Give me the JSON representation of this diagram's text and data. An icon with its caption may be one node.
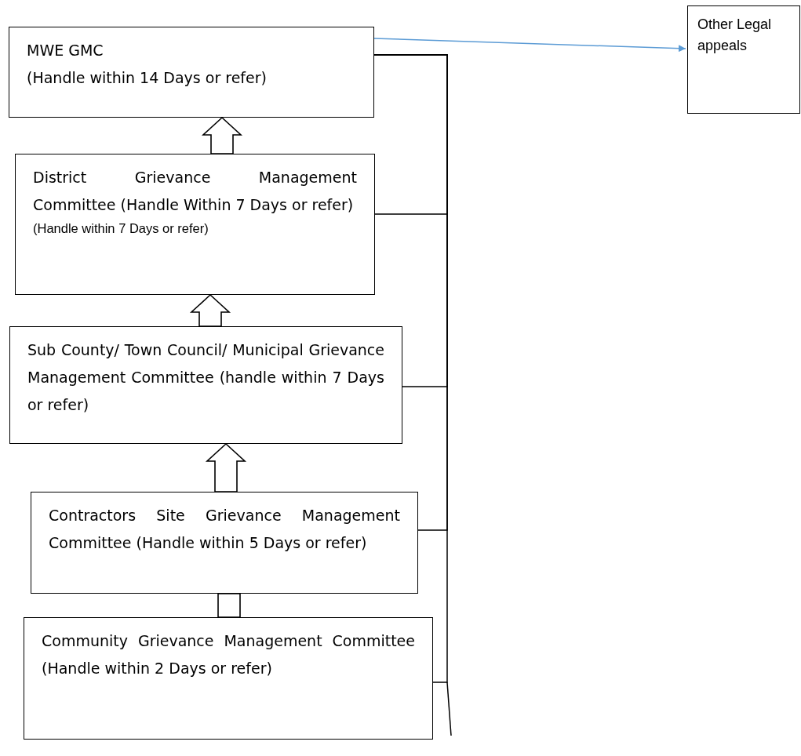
{
  "diagram": {
    "nodes": [
      {
        "text": [
          "MWE GMC",
          "(Handle within 14 Days or refer)"
        ]
      },
      {
        "text": [
          "Other Legal appeals"
        ]
      },
      {
        "text": [
          "District Grievance Management Committee (Handle Within 7 Days or refer)",
          "(Handle within 7 Days or refer)"
        ]
      },
      {
        "text": [
          "Sub County/ Town Council/ Municipal Grievance Management Committee (handle within 7 Days or refer)"
        ]
      },
      {
        "text": [
          "Contractors Site Grievance Management Committee (Handle within 5 Days or refer)"
        ]
      },
      {
        "text": [
          "Community Grievance Management Committee (Handle within 2 Days or refer)"
        ]
      }
    ],
    "edges": [
      {
        "from": 0,
        "to": 1,
        "arrow": "to",
        "color": "#5b9bd5"
      },
      {
        "from": 2,
        "to": 0,
        "arrow": "to",
        "style": "thick"
      },
      {
        "from": 3,
        "to": 2,
        "arrow": "to",
        "style": "thick"
      },
      {
        "from": 4,
        "to": 3,
        "arrow": "to",
        "style": "thick"
      },
      {
        "from": 5,
        "to": 4,
        "arrow": "none",
        "style": "thick"
      },
      {
        "from": 2,
        "to": 0,
        "arrow": "none"
      },
      {
        "from": 3,
        "to": 0,
        "arrow": "none"
      },
      {
        "from": 4,
        "to": 0,
        "arrow": "none"
      },
      {
        "from": 5,
        "to": 0,
        "arrow": "none"
      }
    ]
  }
}
